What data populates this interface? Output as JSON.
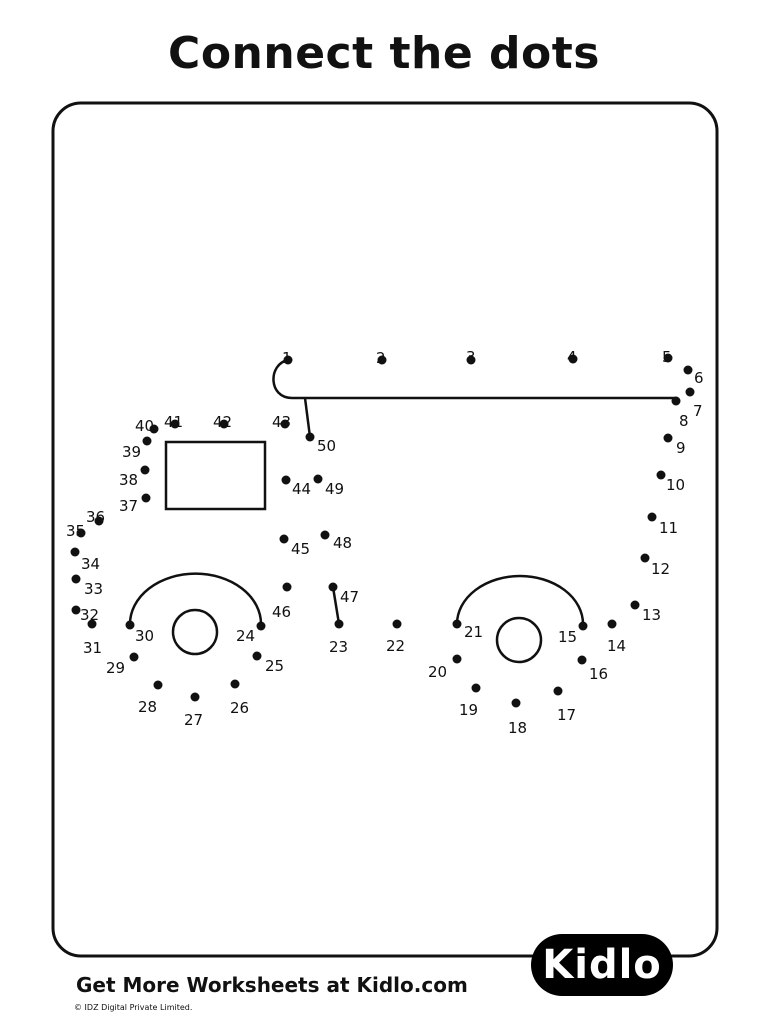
{
  "title": "Connect the dots",
  "footer": {
    "text": "Get More Worksheets at Kidlo.com",
    "copyright": "© IDZ Digital Private Limited."
  },
  "logo": {
    "text": "Kidlo"
  },
  "colors": {
    "ink": "#111111",
    "background": "#ffffff",
    "logo_bg": "#000000"
  },
  "dots": [
    {
      "label": "1"
    },
    {
      "label": "2"
    },
    {
      "label": "3"
    },
    {
      "label": "4"
    },
    {
      "label": "5"
    },
    {
      "label": "6"
    },
    {
      "label": "7"
    },
    {
      "label": "8"
    },
    {
      "label": "9"
    },
    {
      "label": "10"
    },
    {
      "label": "11"
    },
    {
      "label": "12"
    },
    {
      "label": "13"
    },
    {
      "label": "14"
    },
    {
      "label": "15"
    },
    {
      "label": "16"
    },
    {
      "label": "17"
    },
    {
      "label": "18"
    },
    {
      "label": "19"
    },
    {
      "label": "20"
    },
    {
      "label": "21"
    },
    {
      "label": "22"
    },
    {
      "label": "23"
    },
    {
      "label": "24"
    },
    {
      "label": "25"
    },
    {
      "label": "26"
    },
    {
      "label": "27"
    },
    {
      "label": "28"
    },
    {
      "label": "29"
    },
    {
      "label": "30"
    },
    {
      "label": "31"
    },
    {
      "label": "32"
    },
    {
      "label": "33"
    },
    {
      "label": "34"
    },
    {
      "label": "35"
    },
    {
      "label": "36"
    },
    {
      "label": "37"
    },
    {
      "label": "38"
    },
    {
      "label": "39"
    },
    {
      "label": "40"
    },
    {
      "label": "41"
    },
    {
      "label": "42"
    },
    {
      "label": "43"
    },
    {
      "label": "44"
    },
    {
      "label": "45"
    },
    {
      "label": "46"
    },
    {
      "label": "47"
    },
    {
      "label": "48"
    },
    {
      "label": "49"
    },
    {
      "label": "50"
    }
  ]
}
